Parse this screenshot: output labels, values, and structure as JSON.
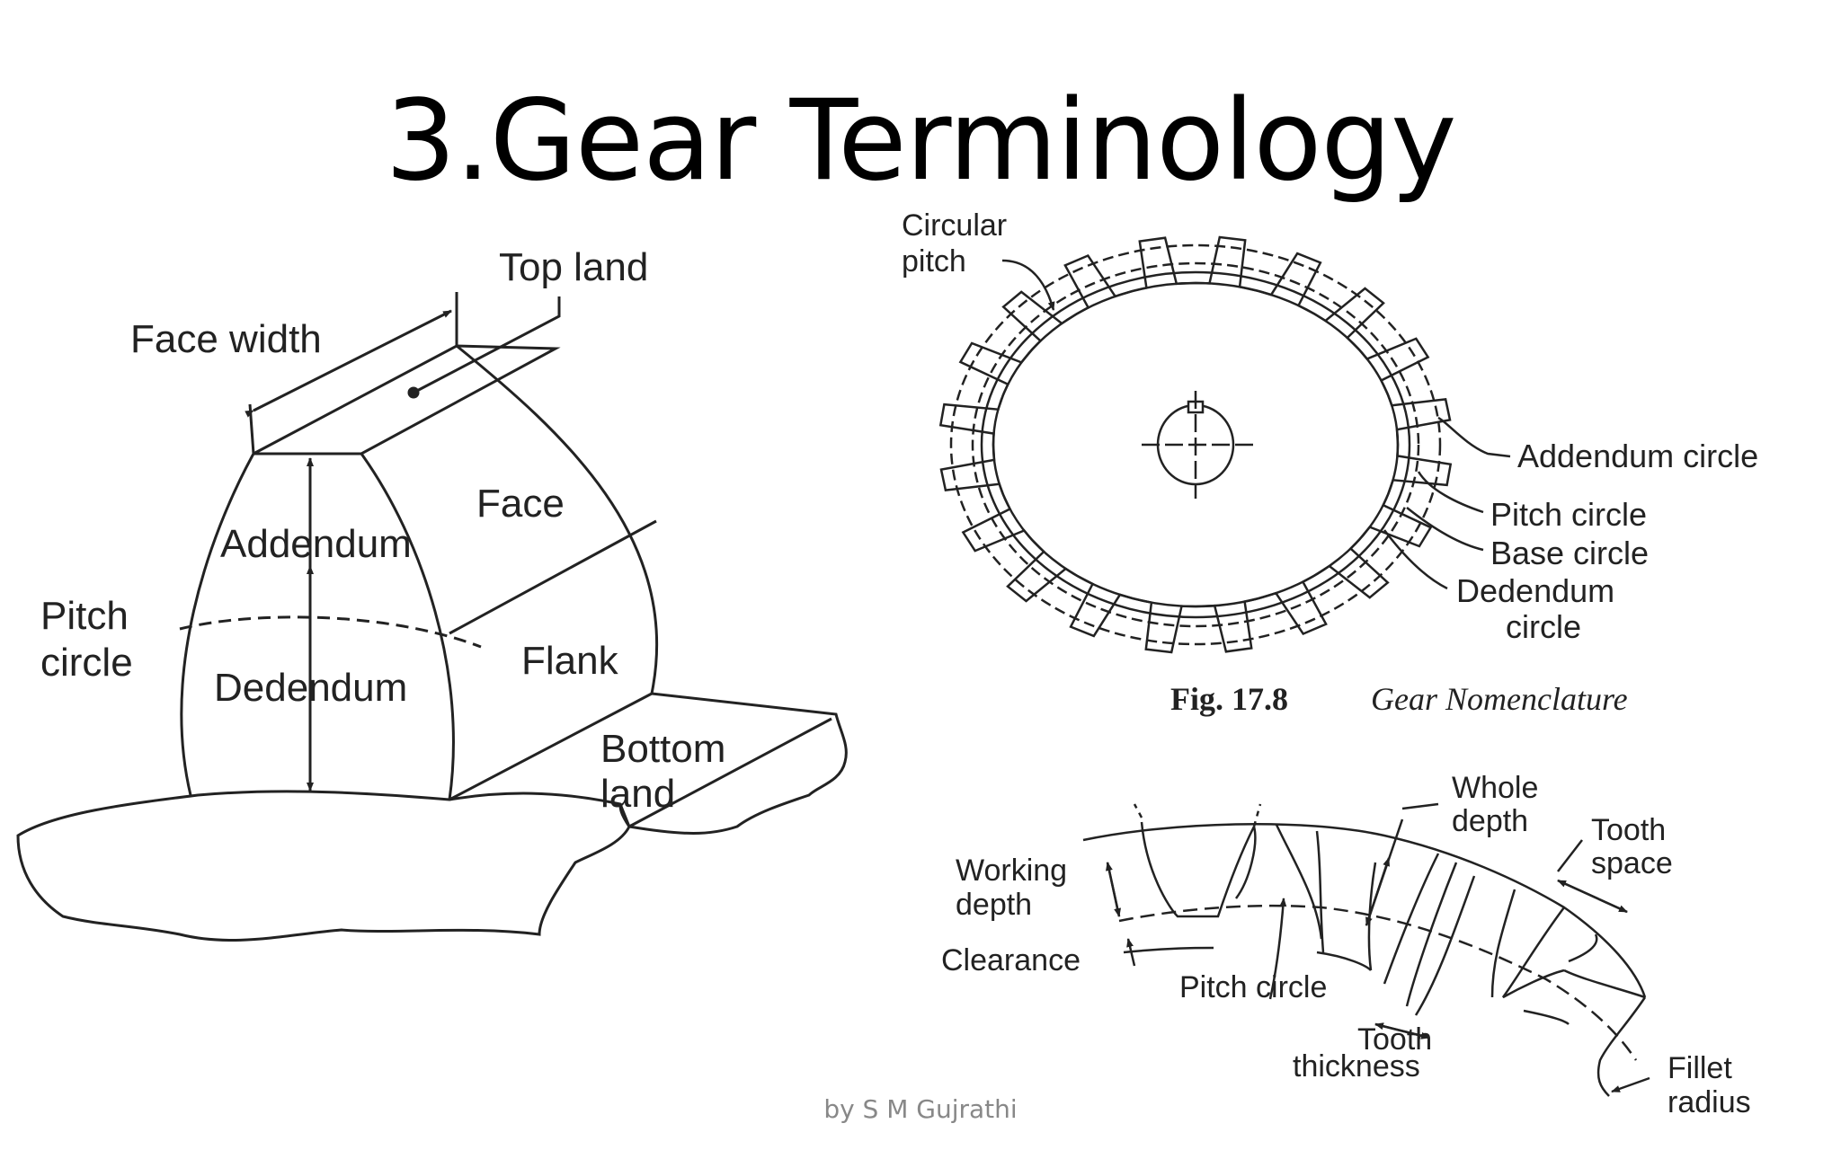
{
  "slide": {
    "title": "3.Gear Terminology",
    "footer": "by S M Gujrathi"
  },
  "tooth_diagram": {
    "labels": {
      "top_land": "Top land",
      "face_width": "Face width",
      "face": "Face",
      "addendum": "Addendum",
      "pitch": "Pitch",
      "circle": "circle",
      "dedendum": "Dedendum",
      "flank": "Flank",
      "bottom": "Bottom",
      "land": "land"
    }
  },
  "gear_diagram": {
    "labels": {
      "circular": "Circular",
      "pitch": "pitch",
      "addendum_circle": "Addendum circle",
      "pitch_circle": "Pitch circle",
      "base_circle": "Base circle",
      "dedendum": "Dedendum",
      "circle": "circle"
    },
    "caption_fig": "Fig. 17.8",
    "caption_text": "Gear Nomenclature"
  },
  "rack_diagram": {
    "labels": {
      "whole": "Whole",
      "depth_1": "depth",
      "tooth": "Tooth",
      "space": "space",
      "working": "Working",
      "depth_2": "depth",
      "clearance": "Clearance",
      "pitch_circle": "Pitch circle",
      "tooth_2": "Tooth",
      "thickness": "thickness",
      "fillet": "Fillet",
      "radius": "radius"
    }
  }
}
